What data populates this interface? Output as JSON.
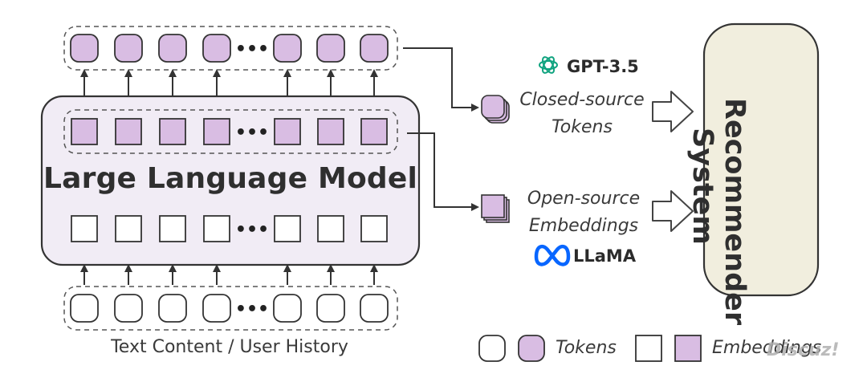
{
  "llm": {
    "title": "Large Language Model"
  },
  "input": {
    "caption": "Text Content / User History"
  },
  "closed_source": {
    "brand": "GPT-3.5",
    "line1": "Closed-source",
    "line2": "Tokens",
    "logo_icon": "openai-logo-icon"
  },
  "open_source": {
    "brand": "LLaMA",
    "line1": "Open-source",
    "line2": "Embeddings",
    "logo_icon": "meta-logo-icon"
  },
  "recommender": {
    "line1": "Recommender",
    "line2": "System"
  },
  "legend": {
    "tokens": "Tokens",
    "embeddings": "Embeddings"
  },
  "watermark": "Discuz!",
  "ellipsis": "•••",
  "colors": {
    "token_fill": "#d9bde3",
    "box_fill": "#f1ecf5",
    "recommender_fill": "#f1eede",
    "dash": "#555555",
    "meta_blue": "#0866ff",
    "openai_green": "#10a37f"
  }
}
